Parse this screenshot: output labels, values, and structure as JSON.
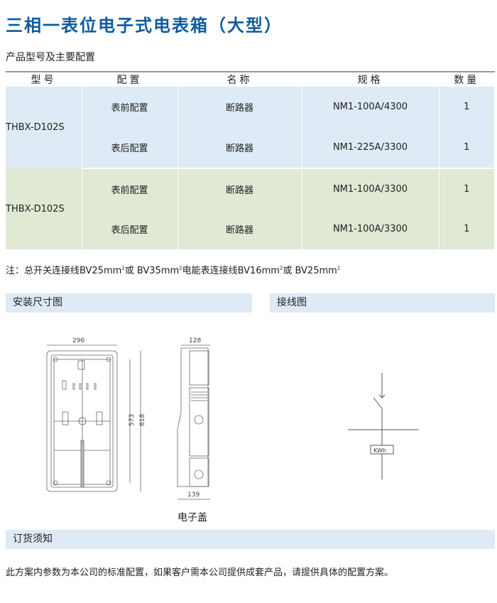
{
  "title": "三相一表位电子式电表箱（大型）",
  "subtitle": "产品型号及主要配置",
  "table": {
    "headers": [
      "型号",
      "配置",
      "名称",
      "规格",
      "数量"
    ],
    "groups": [
      {
        "model": "THBX-D102S",
        "rows": [
          {
            "config": "表前配置",
            "name": "断路器",
            "spec": "NM1-100A/4300",
            "qty": "1"
          },
          {
            "config": "表后配置",
            "name": "断路器",
            "spec": "NM1-225A/3300",
            "qty": "1"
          }
        ]
      },
      {
        "model": "THBX-D102S",
        "rows": [
          {
            "config": "表前配置",
            "name": "断路器",
            "spec": "NM1-100A/3300",
            "qty": "1"
          },
          {
            "config": "表后配置",
            "name": "断路器",
            "spec": "NM1-100A/3300",
            "qty": "1"
          }
        ]
      }
    ]
  },
  "note": {
    "prefix": "注：总开关连接线BV25mm",
    "a": "或 BV35mm",
    "b": "电能表连接线BV16mm",
    "c": "或 BV25mm",
    "sup": "2"
  },
  "sections": {
    "install": "安装尺寸图",
    "wiring": "接线图",
    "order": "订货须知"
  },
  "drawing": {
    "w": "296",
    "h1": "573",
    "h2": "618",
    "side_top": "128",
    "side_bottom": "139",
    "caption": "电子盖",
    "kwh": "KWh"
  },
  "footer": "此方案内参数为本公司的标准配置，如果客户需本公司提供成套产品，请提供具体的配置方案。"
}
